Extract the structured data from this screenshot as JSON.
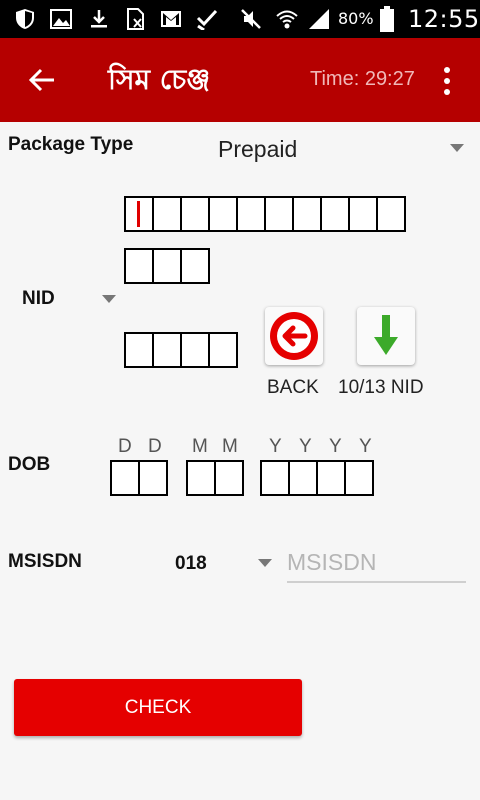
{
  "status_bar": {
    "battery_percent": "80%",
    "time": "12:55",
    "icons": [
      "shield-icon",
      "image-icon",
      "download-icon",
      "sim-icon",
      "gmail-icon",
      "check-icon",
      "mute-icon",
      "wifi-icon",
      "signal-icon",
      "battery-icon"
    ]
  },
  "app_bar": {
    "title": "সিম চেঞ্জ",
    "timer": "Time: 29:27"
  },
  "package": {
    "label": "Package Type",
    "selected": "Prepaid"
  },
  "nid": {
    "label": "NID",
    "row1_cells": 10,
    "row2_cells": 3,
    "row3_cells": 4
  },
  "actions": {
    "back_label": "BACK",
    "toggle_label": "10/13 NID"
  },
  "dob": {
    "label": "DOB",
    "day_hint": [
      "D",
      "D"
    ],
    "month_hint": [
      "M",
      "M"
    ],
    "year_hint": [
      "Y",
      "Y",
      "Y",
      "Y"
    ]
  },
  "msisdn": {
    "label": "MSISDN",
    "prefix": "018",
    "placeholder": "MSISDN"
  },
  "check_button": "CHECK",
  "colors": {
    "app_bar": "#b50000",
    "check_button": "#e50000",
    "caret": "#e00000"
  }
}
